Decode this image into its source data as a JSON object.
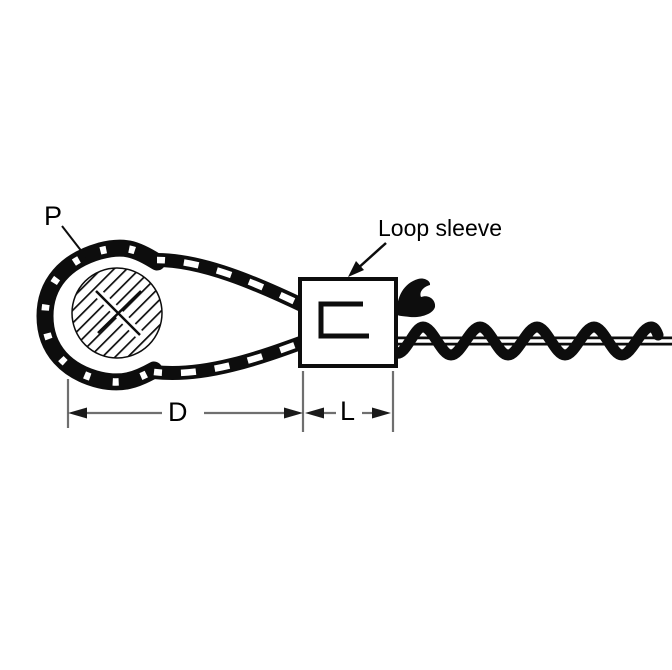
{
  "diagram": {
    "title": "Wire rope loop with loop sleeve",
    "labels": {
      "pitch": "P",
      "loop_sleeve": "Loop sleeve",
      "dim_loop_diameter": "D",
      "dim_sleeve_length": "L"
    },
    "parts": [
      "wire-rope-loop",
      "thimble-cross-section",
      "loop-sleeve",
      "straight-rope"
    ],
    "colors": {
      "artwork": "#0d0d0d",
      "dimension_line": "#6f6f6f",
      "arrowhead": "#1a1a1a",
      "text": "#000000",
      "background": "#ffffff"
    }
  }
}
